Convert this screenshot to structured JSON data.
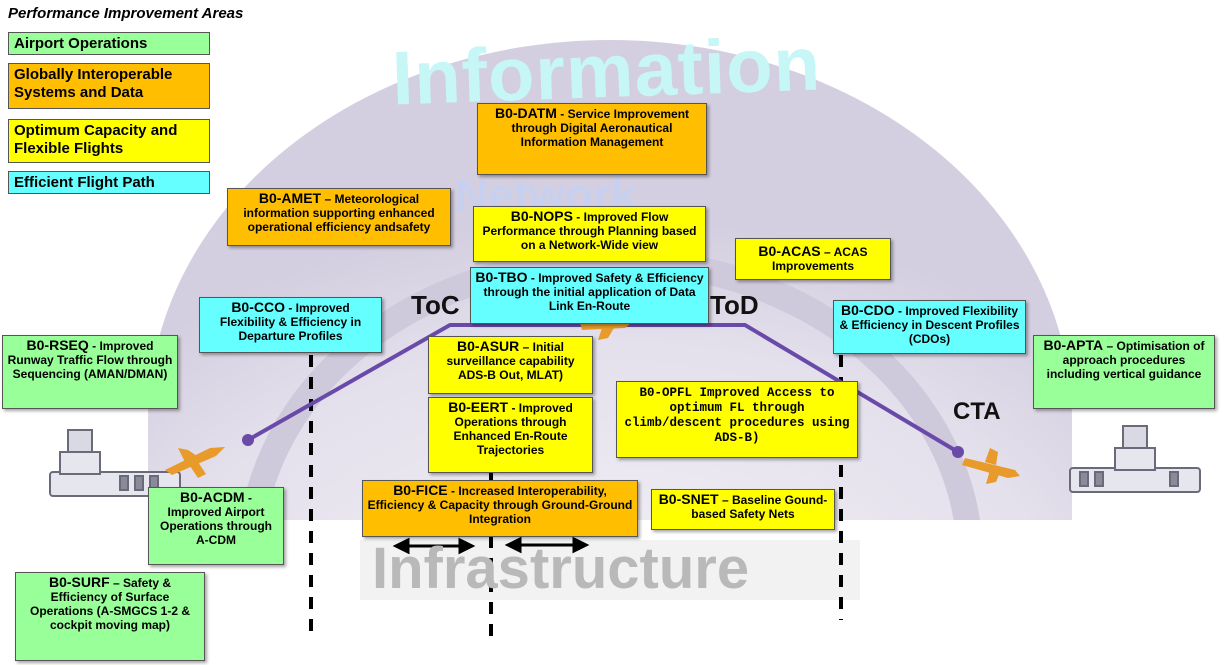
{
  "legend": {
    "title": "Performance Improvement Areas",
    "items": [
      {
        "label": "Airport Operations",
        "color": "#99ff99"
      },
      {
        "label": "Globally Interoperable Systems and Data",
        "color": "#ffbf00"
      },
      {
        "label": "Optimum Capacity and Flexible Flights",
        "color": "#ffff00"
      },
      {
        "label": "Efficient Flight Path",
        "color": "#66ffff"
      }
    ]
  },
  "watermarks": {
    "information": "Information",
    "network": "Network",
    "infrastructure": "Infrastructure"
  },
  "markers": {
    "toc": "ToC",
    "tod": "ToD",
    "cta": "CTA"
  },
  "modules": {
    "datm": {
      "code": "B0-DATM",
      "text": "- Service Improvement through Digital Aeronautical Information Management",
      "color": "#ffbf00"
    },
    "amet": {
      "code": "B0-AMET",
      "text": "– Meteorological information supporting enhanced operational efficiency andsafety",
      "color": "#ffbf00"
    },
    "nops": {
      "code": "B0-NOPS",
      "text": "- Improved Flow Performance through Planning based on a Network-Wide view",
      "color": "#ffff00"
    },
    "acas": {
      "code": "B0-ACAS",
      "text": "– ACAS Improvements",
      "color": "#ffff00"
    },
    "tbo": {
      "code": "B0-TBO",
      "text": "- Improved Safety & Efficiency through the initial application of Data Link En-Route",
      "color": "#66ffff"
    },
    "cco": {
      "code": "B0-CCO",
      "text": "- Improved Flexibility & Efficiency in Departure Profiles",
      "color": "#66ffff"
    },
    "cdo": {
      "code": "B0-CDO",
      "text": "- Improved Flexibility & Efficiency in Descent Profiles (CDOs)",
      "color": "#66ffff"
    },
    "rseq": {
      "code": "B0-RSEQ",
      "text": "- Improved Runway Traffic Flow through Sequencing (AMAN/DMAN)",
      "color": "#99ff99"
    },
    "apta": {
      "code": "B0-APTA",
      "text": "– Optimisation of approach procedures including vertical guidance",
      "color": "#99ff99"
    },
    "asur": {
      "code": "B0-ASUR",
      "text": "– Initial surveillance capability ADS-B Out, MLAT)",
      "color": "#ffff00"
    },
    "opfl": {
      "text": "B0-OPFL Improved Access to optimum FL through climb/descent procedures using ADS-B)",
      "color": "#ffff00"
    },
    "eert": {
      "code": "B0-EERT",
      "text": "- Improved Operations through Enhanced En-Route Trajectories",
      "color": "#ffff00"
    },
    "acdm": {
      "code": "B0-ACDM",
      "text": "- Improved Airport Operations through A-CDM",
      "color": "#99ff99"
    },
    "fice": {
      "code": "B0-FICE",
      "text": "- Increased Interoperability, Efficiency & Capacity through Ground-Ground Integration",
      "color": "#ffbf00"
    },
    "snet": {
      "code": "B0-SNET",
      "text": "– Baseline Gound-based Safety Nets",
      "color": "#ffff00"
    },
    "surf": {
      "code": "B0-SURF",
      "text": "– Safety & Efficiency of Surface Operations (A-SMGCS 1-2 & cockpit moving map)",
      "color": "#99ff99"
    }
  }
}
